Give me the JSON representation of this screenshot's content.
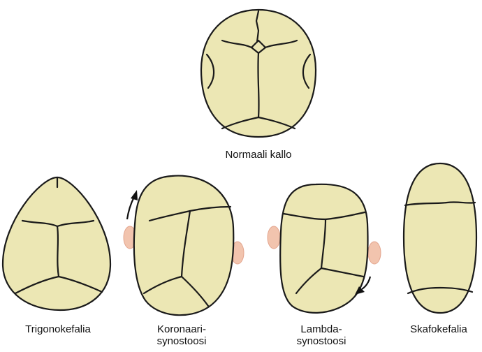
{
  "labels": {
    "normal": "Normaali kallo",
    "trigono": "Trigonokefalia",
    "coronal_1": "Koronaari-",
    "coronal_2": "synostoosi",
    "lambda_1": "Lambda-",
    "lambda_2": "synostoosi",
    "scapho": "Skafokefalia"
  },
  "colors": {
    "bone": "#ece7b4",
    "suture": "#1a1a1a",
    "ear": "#f2c4ae"
  }
}
